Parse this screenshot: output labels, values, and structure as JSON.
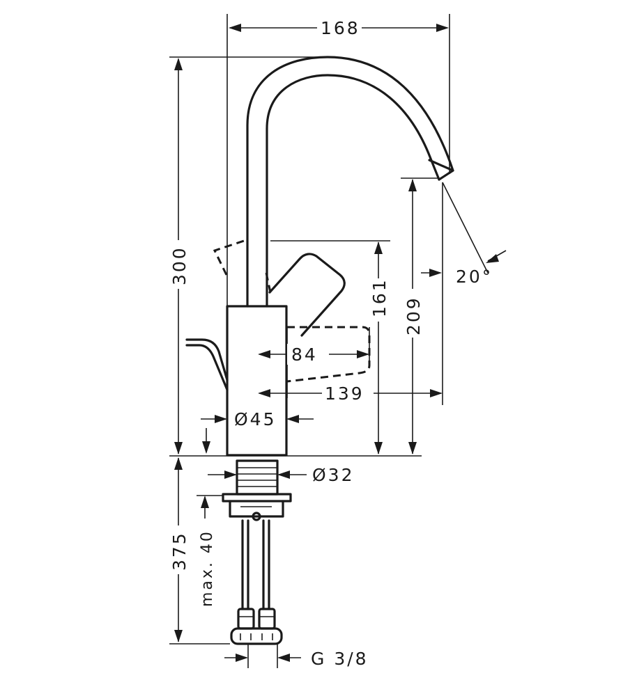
{
  "dimensions": {
    "width_top": "168",
    "total_height": "300",
    "handle_height": "161",
    "spout_height": "209",
    "spout_angle": "20°",
    "handle_reach": "84",
    "spout_reach": "139",
    "body_diameter": "Ø45",
    "shank_diameter": "Ø32",
    "below_deck": "375",
    "max_deck_thickness": "max. 40",
    "connection_thread": "G 3/8"
  }
}
